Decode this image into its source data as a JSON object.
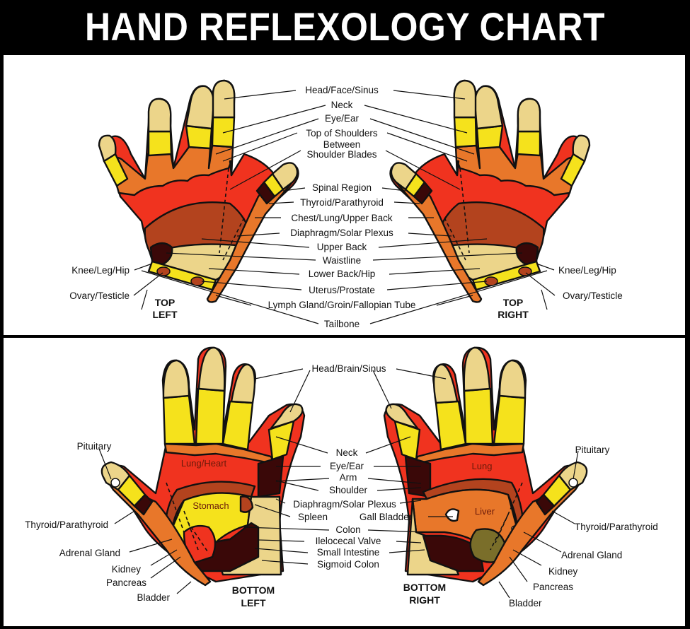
{
  "title": "HAND REFLEXOLOGY CHART",
  "colors": {
    "background": "#000000",
    "panel": "#ffffff",
    "tan": "#ecd58a",
    "yellow": "#f5e21c",
    "orange": "#e8772a",
    "red": "#f0331f",
    "brown": "#b3431e",
    "dark_brown": "#3a0808",
    "olive": "#7a6e2a"
  },
  "top_panel": {
    "left_caption": [
      "TOP",
      "LEFT"
    ],
    "right_caption": [
      "TOP",
      "RIGHT"
    ],
    "center_labels": [
      "Head/Face/Sinus",
      "Neck",
      "Eye/Ear",
      "Top of Shoulders",
      "Between",
      "Shoulder Blades",
      "Spinal Region",
      "Thyroid/Parathyroid",
      "Chest/Lung/Upper Back",
      "Diaphragm/Solar Plexus",
      "Upper Back",
      "Waistline",
      "Lower Back/Hip",
      "Uterus/Prostate",
      "Lymph Gland/Groin/Fallopian Tube",
      "Tailbone"
    ],
    "left_side_labels": [
      "Knee/Leg/Hip",
      "Ovary/Testicle"
    ],
    "right_side_labels": [
      "Knee/Leg/Hip",
      "Ovary/Testicle"
    ]
  },
  "bottom_panel": {
    "left_caption": [
      "BOTTOM",
      "LEFT"
    ],
    "right_caption": [
      "BOTTOM",
      "RIGHT"
    ],
    "center_labels": [
      "Head/Brain/Sinus",
      "Neck",
      "Eye/Ear",
      "Arm",
      "Shoulder",
      "Diaphragm/Solar Plexus",
      "Spleen",
      "Gall Bladder",
      "Colon",
      "Ilelocecal Valve",
      "Small Intestine",
      "Sigmoid Colon"
    ],
    "left_side_labels": [
      "Pituitary",
      "Thyroid/Parathyroid",
      "Adrenal Gland",
      "Kidney",
      "Pancreas",
      "Bladder"
    ],
    "right_side_labels": [
      "Pituitary",
      "Thyroid/Parathyroid",
      "Adrenal Gland",
      "Kidney",
      "Pancreas",
      "Bladder"
    ],
    "zone_labels": {
      "left_lung": "Lung/Heart",
      "left_stomach": "Stomach",
      "right_lung": "Lung",
      "right_liver": "Liver"
    }
  }
}
